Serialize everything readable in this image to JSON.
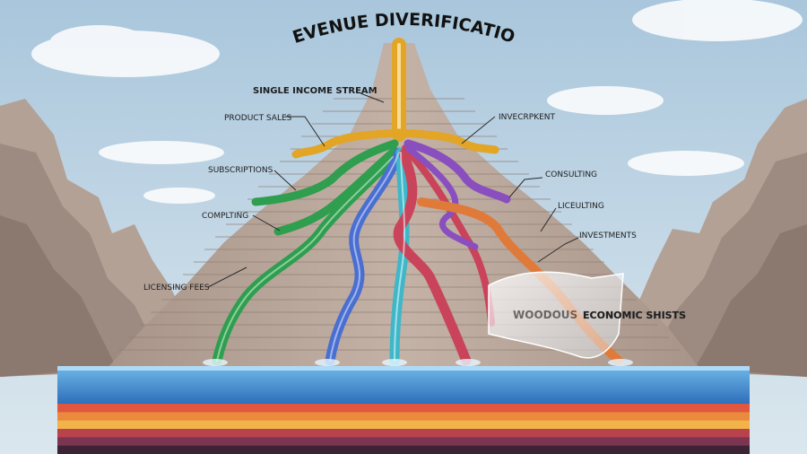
{
  "title": "REVENUE DIVERIFICATION",
  "labels": {
    "single_stream": "SINGLE INCOME STREAM",
    "product_sales": "PRODUCT SALES",
    "subscriptions": "SUBSCRIPTIONS",
    "compting": "COMPLTING",
    "licensing_fees": "LICENSING FEES",
    "invecrpkent": "INVECRPKENT",
    "consulting": "CONSULTING",
    "liceulting": "LICEULTING",
    "investments": "INVESTMENTS",
    "economic_shifts": "ECONOMIC SHISTS",
    "shield_text": "WOODOUS"
  },
  "colors": {
    "sky_top": "#a9c6dc",
    "sky_bottom": "#dbe7ee",
    "rock": "#b9a79b",
    "rock_dark": "#8f7f75",
    "stream_gold": "#e2a526",
    "stream_green": "#2f9e4f",
    "stream_blue": "#4a6fd1",
    "stream_teal": "#3fb7c9",
    "stream_red": "#c9435a",
    "stream_purple": "#8a4fbf",
    "stream_orange": "#e07a3a",
    "pool_water": "#3f8fd6",
    "strata": [
      "#e0563f",
      "#e98a3c",
      "#f0b44a",
      "#b8434d",
      "#7b3550",
      "#3c2434"
    ]
  }
}
